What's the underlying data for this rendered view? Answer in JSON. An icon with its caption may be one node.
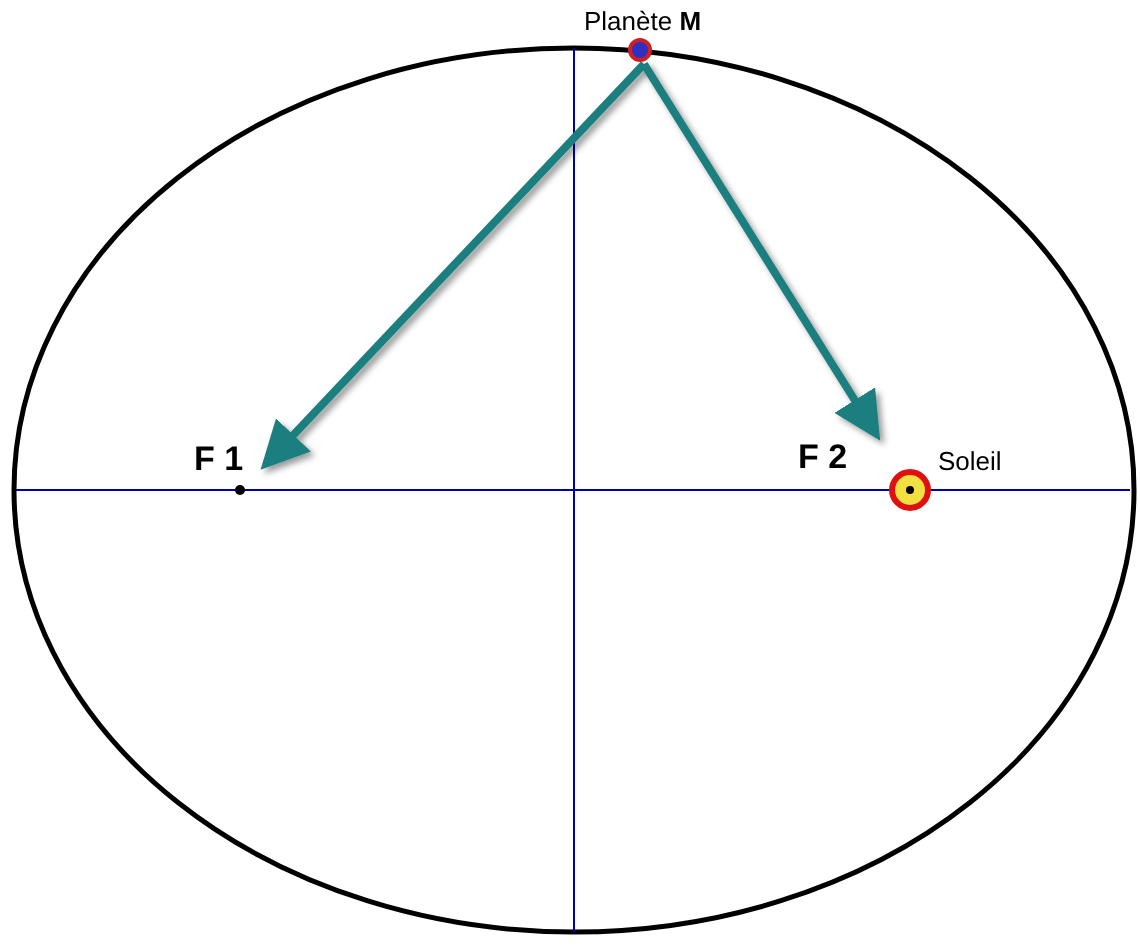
{
  "diagram": {
    "nodes": [
      {
        "text": [
          "Planète **M**"
        ]
      },
      {
        "text": [
          "F 1"
        ]
      },
      {
        "text": [
          "F 2"
        ],
        "beside": [
          "Soleil"
        ]
      }
    ],
    "edges": [
      {
        "from": 0,
        "to": 1,
        "arrow": "to"
      },
      {
        "from": 0,
        "to": 2,
        "arrow": "to"
      }
    ]
  }
}
